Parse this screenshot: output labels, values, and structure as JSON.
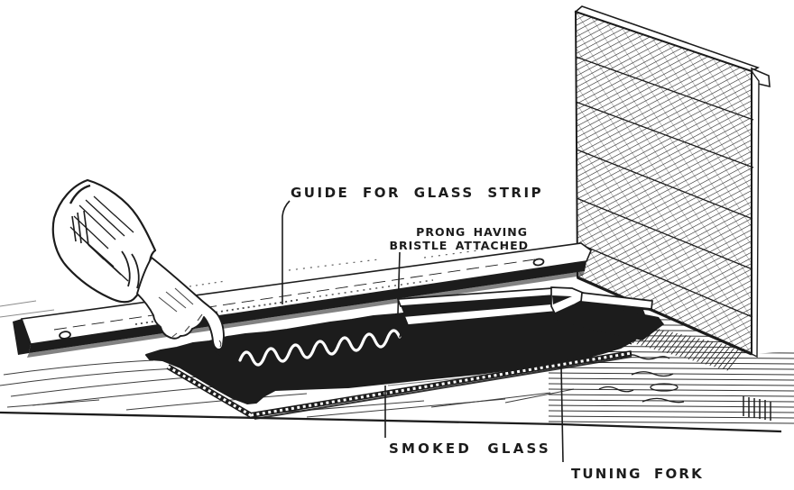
{
  "illustration": {
    "background_color": "#ffffff",
    "ink_color": "#1c1c1c",
    "labels": {
      "guide": "GUIDE FOR GLASS STRIP",
      "prong_line1": "PRONG HAVING",
      "prong_line2": "BRISTLE ATTACHED",
      "smoked_glass": "SMOKED GLASS",
      "tuning_fork": "TUNING FORK"
    }
  }
}
